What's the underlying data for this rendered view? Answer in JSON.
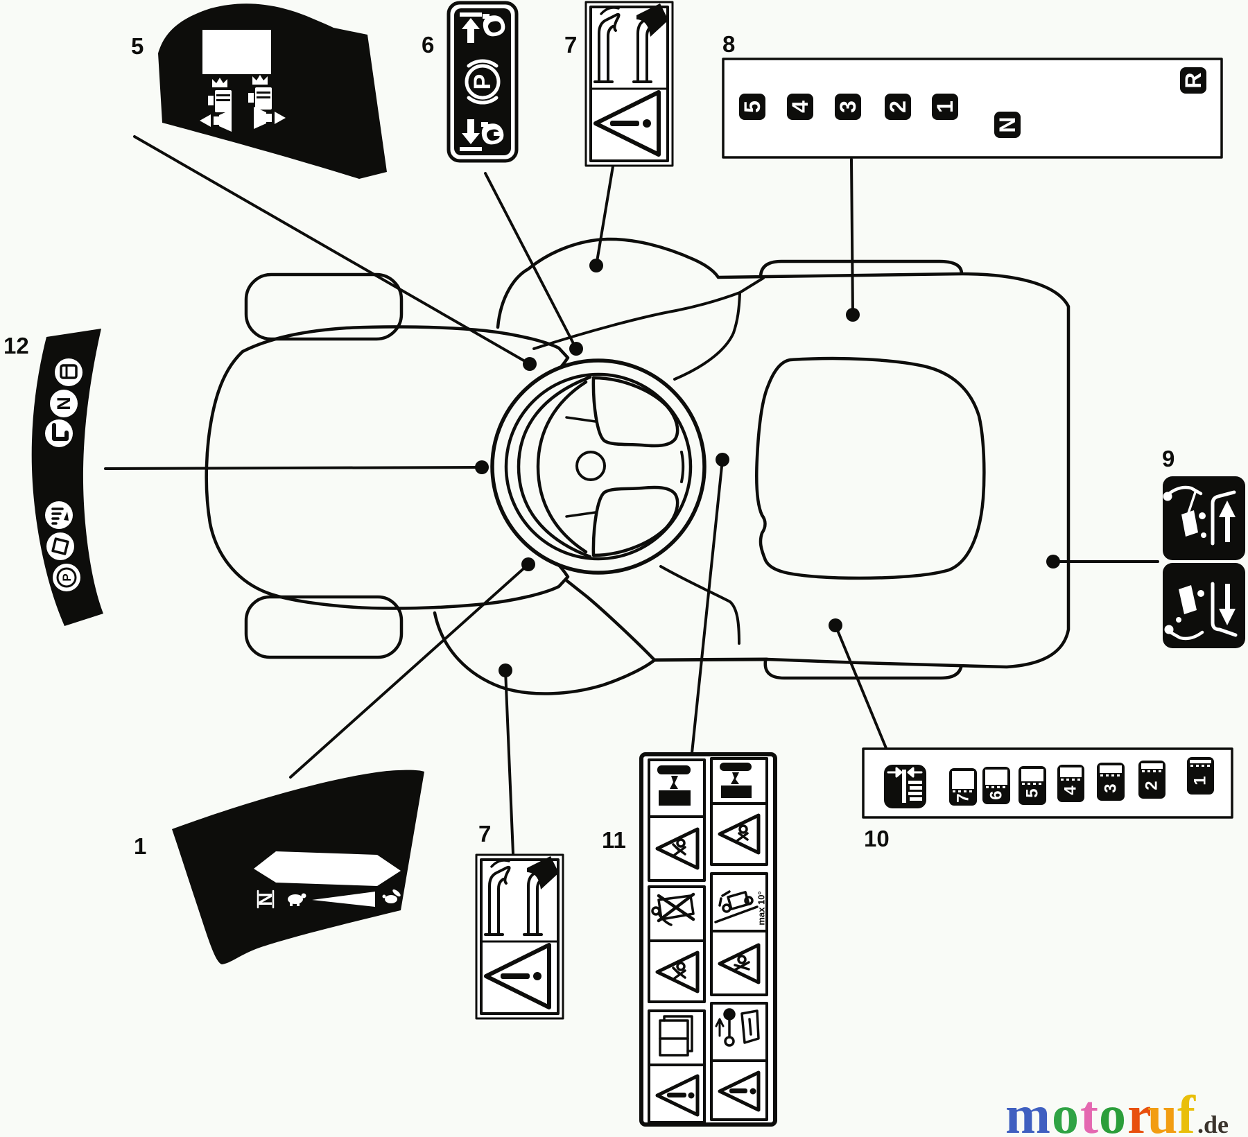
{
  "page": {
    "background": "#f9fbf7",
    "ink": "#0d0d0b",
    "description": "Riding lawn mower safety-decal location diagram (top view) with numbered callouts"
  },
  "callouts": {
    "d1": {
      "label": "1",
      "neutral": "N",
      "icons": [
        "speed-range-bar-icon",
        "turtle-icon",
        "rabbit-icon"
      ]
    },
    "d5": {
      "label": "5",
      "icons": [
        "display-window-icon",
        "left-lever-icon",
        "right-lever-icon"
      ]
    },
    "d6": {
      "label": "6",
      "parking": "P",
      "icons": [
        "raise-arrow-icon",
        "unlock-icon",
        "parking-brake-icon",
        "lower-arrow-icon",
        "lock-icon"
      ]
    },
    "d7_top": {
      "label": "7",
      "icons": [
        "pedal-release-icon",
        "pedal-press-icon",
        "warning-triangle-icon"
      ]
    },
    "d7_bottom": {
      "label": "7",
      "icons": [
        "pedal-release-icon",
        "pedal-press-icon",
        "warning-triangle-icon"
      ]
    },
    "d8": {
      "label": "8",
      "gear_positions": [
        "5",
        "4",
        "3",
        "2",
        "1"
      ],
      "neutral": "N",
      "reverse": "R"
    },
    "d9": {
      "label": "9",
      "icons": [
        "deck-raise-icon",
        "lever-up-arrow-icon",
        "deck-lower-icon",
        "lever-down-arrow-icon"
      ]
    },
    "d10": {
      "label": "10",
      "height_positions": [
        "7",
        "6",
        "5",
        "4",
        "3",
        "2",
        "1"
      ],
      "icons": [
        "cutting-height-adjust-icon"
      ]
    },
    "d11": {
      "label": "11",
      "slope_text": "max 10°",
      "icons": [
        "blade-hand-hazard-icon",
        "blade-foot-hazard-icon",
        "no-riders-icon",
        "slope-limit-icon",
        "grass-catcher-icon",
        "lever-ball-icon",
        "warning-triangle-icon"
      ]
    },
    "d12": {
      "label": "12",
      "neutral": "N",
      "parking": "P",
      "icons": [
        "transport-icon",
        "lever-low-icon",
        "throttle-icon",
        "bag-icon",
        "parking-icon"
      ]
    }
  },
  "logo": {
    "letters": [
      {
        "char": "m",
        "color": "#3f5fc0"
      },
      {
        "char": "o",
        "color": "#2fa344"
      },
      {
        "char": "t",
        "color": "#e468b0"
      },
      {
        "char": "o",
        "color": "#2b9e3a"
      },
      {
        "char": "r",
        "color": "#e8500e"
      },
      {
        "char": "u",
        "color": "#f29d12"
      },
      {
        "char": "f",
        "color": "#e9bf0b"
      }
    ],
    "suffix": ".de",
    "suffix_color": "#3a332c"
  }
}
